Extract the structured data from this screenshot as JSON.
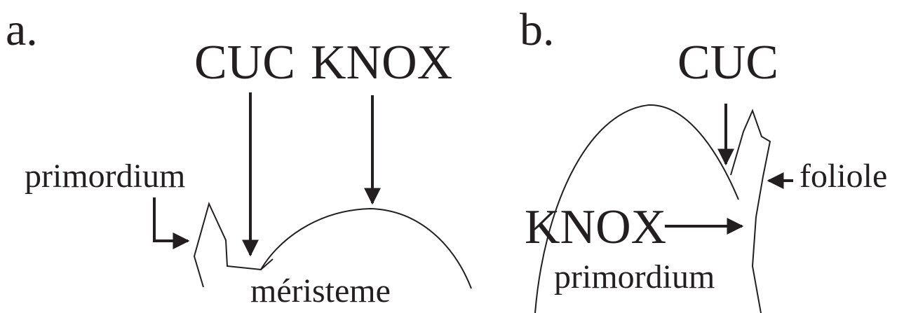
{
  "panel_a": {
    "letter": "a.",
    "cuc": "CUC",
    "knox": "KNOX",
    "primordium": "primordium",
    "meristem": "méristeme"
  },
  "panel_b": {
    "letter": "b.",
    "cuc": "CUC",
    "knox": "KNOX",
    "foliole": "foliole",
    "primordium": "primordium"
  },
  "colors": {
    "ink": "#231f20",
    "background": "#ffffff"
  }
}
